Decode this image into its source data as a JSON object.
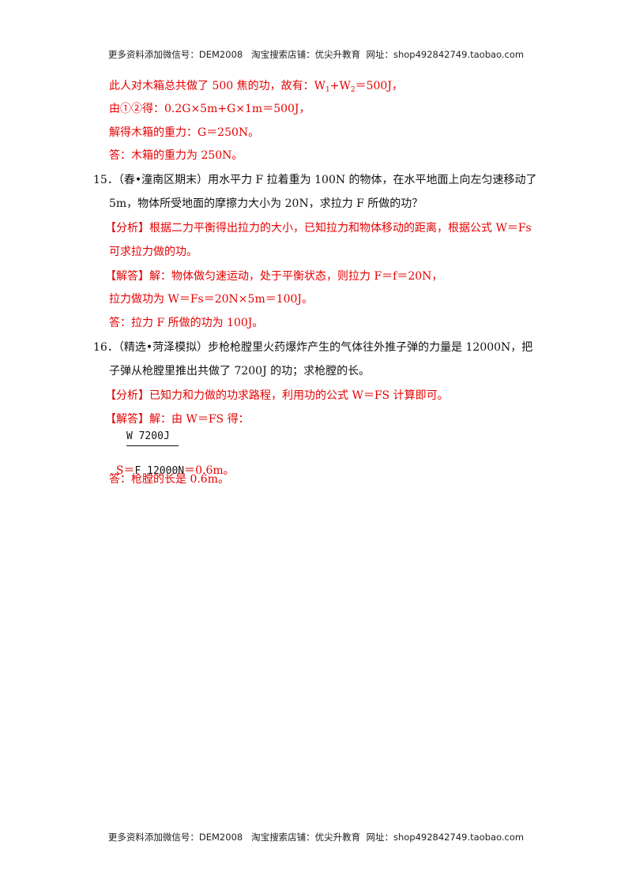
{
  "header": "更多资料添加微信号：DEM2008   淘宝搜索店铺：优尖升教育  网址：shop492842749.taobao.com",
  "footer": "更多资料添加微信号：DEM2008   淘宝搜索店铺：优尖升教育  网址：shop492842749.taobao.com",
  "q14": {
    "l1_pre": "此人对木箱总共做了 500 焦的功，故有：W",
    "l1_s1": "1",
    "l1_mid": "+W",
    "l1_s2": "2",
    "l1_post": "＝500J，",
    "l2": "由①②得：0.2G×5m+G×1m＝500J，",
    "l3": "解得木箱的重力：G＝250N。",
    "l4": "答：木箱的重力为 250N。"
  },
  "q15": {
    "l1": "15．（春•潼南区期末）用水平力 F 拉着重为 100N 的物体，在水平地面上向左匀速移动了",
    "l2": "5m，物体所受地面的摩擦力大小为 20N，求拉力 F 所做的功？",
    "a1": "【分析】根据二力平衡得出拉力的大小，已知拉力和物体移动的距离，根据公式 W＝Fs",
    "a2": "可求拉力做的功。",
    "s1": "【解答】解：物体做匀速运动，处于平衡状态，则拉力 F＝f＝20N，",
    "s2": "拉力做功为 W＝Fs＝20N×5m＝100J。",
    "s3": "答：拉力 F 所做的功为 100J。"
  },
  "q16": {
    "l1": "16．（精选•菏泽模拟）步枪枪膛里火药爆炸产生的气体往外推子弹的力量是 12000N，把",
    "l2": "子弹从枪膛里推出共做了 7200J 的功；求枪膛的长。",
    "a1": "【分析】已知力和力做的功求路程，利用功的公式 W＝FS 计算即可。",
    "s1": "【解答】解：由 W＝FS 得：",
    "frac_num": "W 7200J",
    "frac_prefix": "S＝",
    "frac_den": "F 12000N",
    "frac_result": "＝0.6m。",
    "ans": "答：枪膛的长是 0.6m。"
  }
}
